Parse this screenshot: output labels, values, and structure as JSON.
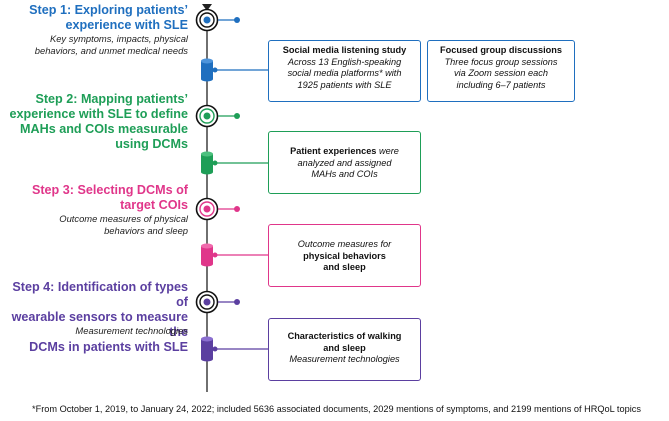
{
  "colors": {
    "step1": "#1f6fbf",
    "step2": "#1e9e57",
    "step3": "#e0368a",
    "step4": "#5b3fa0",
    "timeline": "#222222"
  },
  "icons": [
    "target-icon",
    "cylinder-icon",
    "arrow-down-icon"
  ],
  "steps": [
    {
      "title_line1": "Step 1: Exploring patients’",
      "title_line2": "experience with SLE",
      "sub_line1": "Key symptoms, impacts, physical",
      "sub_line2": "behaviors, and unmet medical needs"
    },
    {
      "title_line1": "Step 2: Mapping patients’",
      "title_line2": "experience with SLE to define",
      "title_line3": "MAHs and COIs measurable",
      "title_line4": "using DCMs"
    },
    {
      "title_line1": "Step 3: Selecting DCMs of",
      "title_line2": "target COIs",
      "sub_line1": "Outcome measures of physical",
      "sub_line2": "behaviors and sleep"
    },
    {
      "title_line1": "Step 4: Identification of types of",
      "title_line2": "wearable sensors to measure the",
      "title_line3": "DCMs in patients with SLE",
      "sub_line1": "Measurement technologies"
    }
  ],
  "boxes": {
    "social": {
      "title": "Social media listening study",
      "line1": "Across 13 English-speaking",
      "line2": "social media platforms* with",
      "line3": "1925 patients with SLE"
    },
    "focus": {
      "title": "Focused group discussions",
      "line1": "Three focus group sessions",
      "line2": "via Zoom session each",
      "line3": "including 6–7 patients"
    },
    "patient": {
      "title": "Patient experiences",
      "title_tail": " were",
      "line1": "analyzed and assigned",
      "line2": "MAHs and COIs"
    },
    "outcome": {
      "line1": "Outcome measures for",
      "line2": "physical behaviors",
      "line3": "and sleep"
    },
    "characteristics": {
      "title_line1": "Characteristics of walking",
      "title_line2": "and sleep",
      "line1": "Measurement technologies"
    }
  },
  "footnote": "*From October 1, 2019, to January 24, 2022; included 5636 associated documents, 2029 mentions of symptoms, and 2199 mentions of HRQoL topics"
}
